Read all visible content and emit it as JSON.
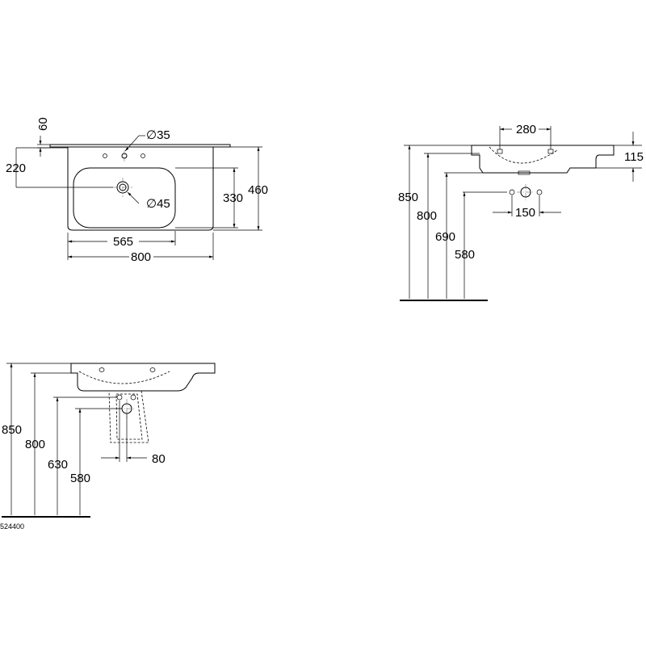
{
  "drawing": {
    "article_number": "524400",
    "top_view": {
      "tap_hole_diameter": "∅35",
      "waste_diameter": "∅45",
      "rim_height": "60",
      "tap_offset": "220",
      "bowl_depth": "330",
      "overall_depth": "460",
      "waste_offset": "565",
      "overall_width": "800"
    },
    "front_view": {
      "hole_spacing": "280",
      "basin_height": "115",
      "rim_height_floor": "850",
      "underside_height": "800",
      "waste_height": "690",
      "supply_height": "580",
      "supply_spacing": "150"
    },
    "side_view": {
      "rim_height_floor": "850",
      "underside_height": "800",
      "waste_height": "630",
      "supply_height": "580",
      "waste_offset": "80"
    }
  }
}
